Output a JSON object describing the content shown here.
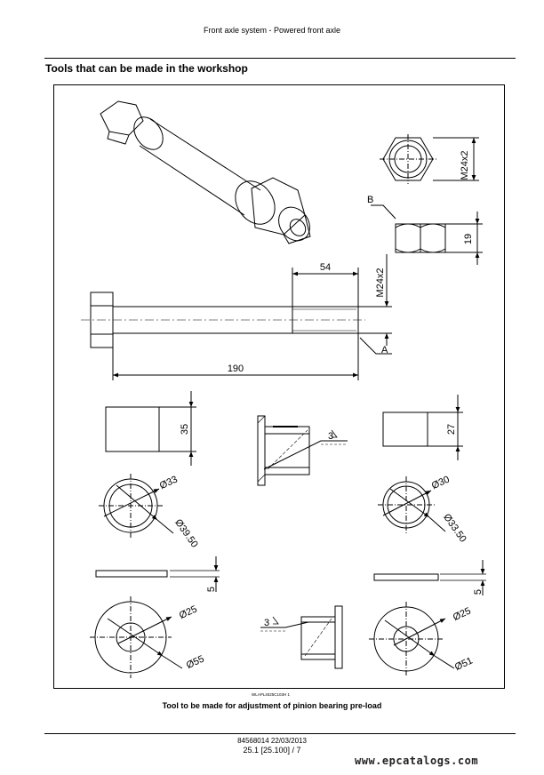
{
  "header": {
    "title": "Front axle system - Powered front axle"
  },
  "section": {
    "title": "Tools that can be made in the workshop"
  },
  "drawing": {
    "nut_thread": "M24x2",
    "nut_height": "19",
    "label_b": "B",
    "bolt_thread_length": "54",
    "bolt_thread": "M24x2",
    "bolt_length": "190",
    "label_a": "A",
    "sleeve_large_height": "35",
    "sleeve_large_inner": "Ø33",
    "sleeve_large_outer": "Ø39.50",
    "sleeve_small_height": "27",
    "sleeve_small_inner": "Ø30",
    "sleeve_small_outer": "Ø33.50",
    "washer_left_thickness": "5",
    "washer_left_inner": "Ø25",
    "washer_left_outer": "Ø55",
    "washer_right_thickness": "5",
    "washer_right_inner": "Ø25",
    "washer_right_outer": "Ø51",
    "weld_top": "3",
    "weld_bottom": "3"
  },
  "figure_ref": "WLAPL4025C103H    1",
  "caption": "Tool to be made for adjustment of pinion bearing pre-load",
  "footer": {
    "doc_number": "84568014 22/03/2013",
    "page": "25.1 [25.100] / 7"
  },
  "watermark": "www.epcatalogs.com"
}
